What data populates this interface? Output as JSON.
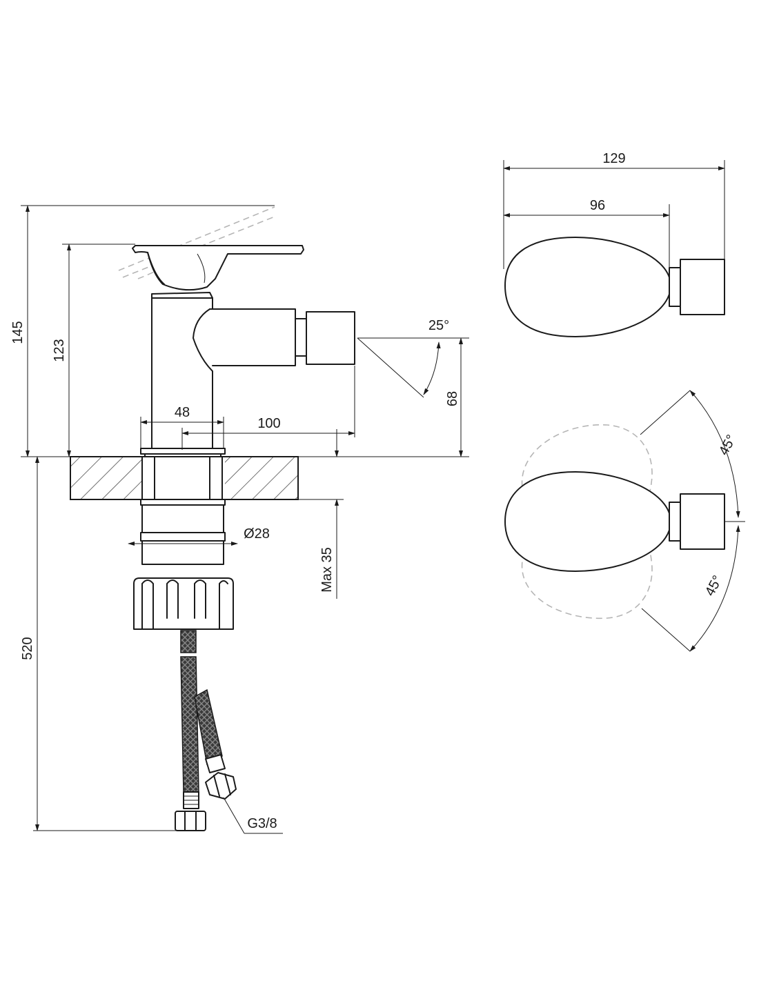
{
  "drawing": {
    "side_view": {
      "overall_height": "145",
      "body_height": "123",
      "body_width": "48",
      "spout_reach": "100",
      "spout_angle": "25°",
      "outlet_height": "68",
      "shank_diameter": "Ø28",
      "max_deck_thickness": "Max 35",
      "hose_length": "520",
      "hose_thread": "G3/8"
    },
    "top_view": {
      "overall_length": "129",
      "lever_length": "96"
    },
    "rotation_view": {
      "angle_up": "45°",
      "angle_down": "45°"
    }
  }
}
